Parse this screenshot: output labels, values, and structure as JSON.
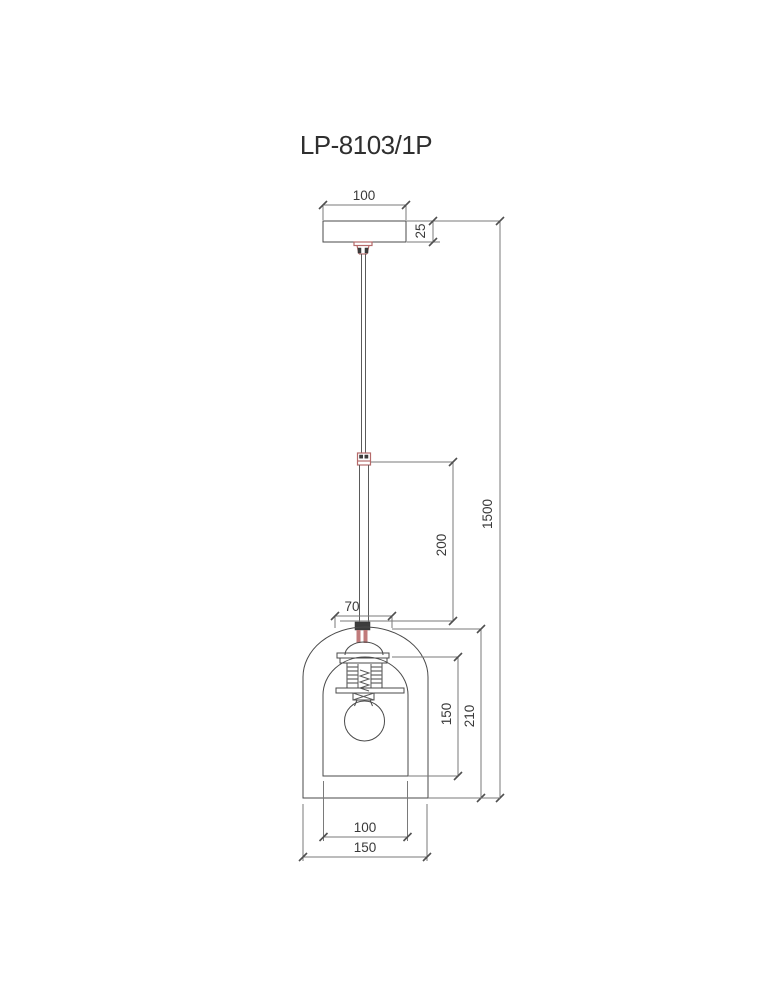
{
  "title": "LP-8103/1P",
  "dimensions": {
    "canopy_width": "100",
    "canopy_height": "25",
    "rod_length": "200",
    "overall_drop": "1500",
    "shade_neck_width": "70",
    "inner_shade_height": "150",
    "outer_shade_height": "210",
    "inner_shade_width": "100",
    "outer_shade_width": "150"
  },
  "colors": {
    "line": "#4a4a4a",
    "dimension_line": "#7a7a7a",
    "accent_red": "#b56a6a",
    "dark_fill": "#3d3d3d",
    "text": "#3a3a3a",
    "background": "#ffffff"
  }
}
